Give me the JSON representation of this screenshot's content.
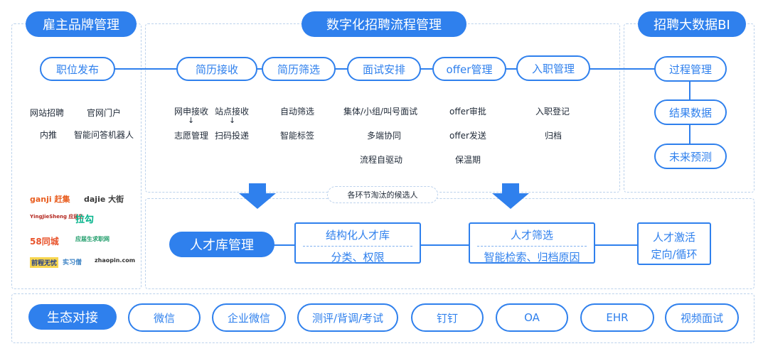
{
  "sections": {
    "brand": "雇主品牌管理",
    "process": "数字化招聘流程管理",
    "bi": "招聘大数据BI"
  },
  "brand": {
    "node": "职位发布",
    "channels": [
      "网站招聘",
      "官网门户",
      "内推",
      "智能问答机器人"
    ],
    "logos": [
      "ganji 赶集",
      "dajie 大街",
      "YingJieSheng 应届生",
      "拉勾",
      "58同城",
      "应届生求职网",
      "前程无忧",
      "实习僧",
      "zhaopin.com"
    ]
  },
  "process_steps": [
    "简历接收",
    "简历筛选",
    "面试安排",
    "offer管理",
    "入职管理"
  ],
  "process_details": {
    "resume_receive": {
      "left_top": "网申接收",
      "left_bottom": "志愿管理",
      "right_top": "站点接收",
      "right_bottom": "扫码投递",
      "arrow": "↓"
    },
    "resume_filter": [
      "自动筛选",
      "智能标签"
    ],
    "interview": [
      "集体/小组/叫号面试",
      "多端协同",
      "流程自驱动"
    ],
    "offer": [
      "offer审批",
      "offer发送",
      "保温期"
    ],
    "onboarding": [
      "入职登记",
      "归档"
    ]
  },
  "bi_nodes": [
    "过程管理",
    "结果数据",
    "未来预测"
  ],
  "eliminated_label": "各环节淘汰的候选人",
  "talent": {
    "title": "人才库管理",
    "structured_title": "结构化人才库",
    "structured_sub": "分类、权限",
    "filter_title": "人才筛选",
    "filter_sub": "智能检索、归档原因",
    "activate_title": "人才激活",
    "activate_sub": "定向/循环"
  },
  "ecosystem": {
    "title": "生态对接",
    "items": [
      "微信",
      "企业微信",
      "测评/背调/考试",
      "钉钉",
      "OA",
      "EHR",
      "视频面试"
    ]
  },
  "colors": {
    "accent": "#2f80ed",
    "border_dashed": "#bcd2ec"
  }
}
